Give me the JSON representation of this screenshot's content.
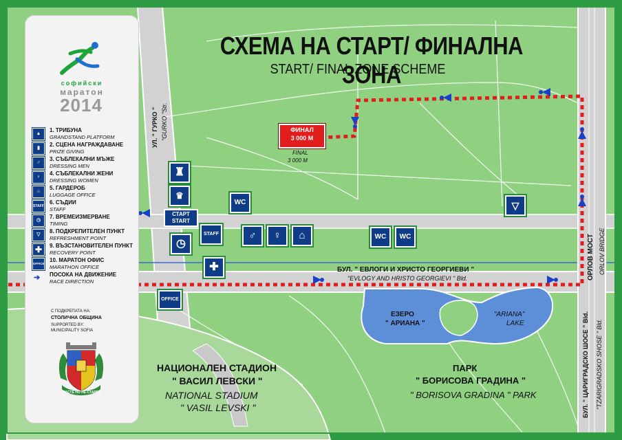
{
  "title": "СХЕМА НА СТАРТ/ ФИНАЛНА ЗОНА",
  "subtitle": "START/ FINAL ZONE SCHEME",
  "logo": {
    "line1": "софийски",
    "line2": "маратон",
    "year": "2014"
  },
  "legend": [
    {
      "bg": "1. ТРИБУНА",
      "en": "GRANDSTAND PLATFORM",
      "icon": "grandstand-icon"
    },
    {
      "bg": "2. СЦЕНА НАГРАЖДАВАНЕ",
      "en": "PRIZE GIVING",
      "icon": "podium-icon"
    },
    {
      "bg": "3. СЪБЛЕКАЛНИ МЪЖЕ",
      "en": "DRESSING MEN",
      "icon": "man-icon"
    },
    {
      "bg": "4. СЪБЛЕКАЛНИ ЖЕНИ",
      "en": "DRESSING WOMEN",
      "icon": "woman-icon"
    },
    {
      "bg": "5. ГАРДЕРОБ",
      "en": "LUGGAGE OFFICE",
      "icon": "hanger-icon"
    },
    {
      "bg": "6. СЪДИИ",
      "en": "STAFF",
      "icon": "staff-icon",
      "text": "STAFF"
    },
    {
      "bg": "7. ВРЕМЕИЗМЕРВАНЕ",
      "en": "TIMING",
      "icon": "clock-icon"
    },
    {
      "bg": "8. ПОДКРЕПИТЕЛЕН ПУНКТ",
      "en": "REFRESHMENT POINT",
      "icon": "cup-icon"
    },
    {
      "bg": "9. ВЪЗСТАНОВИТЕЛЕН ПУНКТ",
      "en": "RECOVERY POINT",
      "icon": "cross-icon"
    },
    {
      "bg": "10. МАРАТОН ОФИС",
      "en": "MARATHON OFFICE",
      "icon": "office-icon",
      "text": "OFFICE"
    },
    {
      "bg": "ПОСОКА НА ДВИЖЕНИЕ",
      "en": "RACE DIRECTION",
      "icon": "direction-arrow-icon"
    }
  ],
  "support": {
    "l1": "С ПОДКРЕПАТА НА:",
    "l2": "СТОЛИЧНА ОБЩИНА",
    "l3": "SUPPORTED BY:",
    "l4": "MUNICIPALITY SOFIA"
  },
  "crest_motto": "РАСТЕ НО НЕ СТАРЕЕ",
  "final_box": {
    "l1": "ФИНАЛ",
    "l2": "3 000 М"
  },
  "final_en": {
    "l1": "FINAL",
    "l2": "3 000 M"
  },
  "start_box": {
    "l1": "СТАРТ",
    "l2": "START"
  },
  "map_icons": {
    "wc": "WC",
    "staff": "STAFF",
    "office": "OFFICE"
  },
  "streets": {
    "gurko_bg": "УЛ. \" ГУРКО \"",
    "gurko_en": "\"GURKO \"Str.",
    "evlogi_bg": "БУЛ. \" ЕВЛОГИ И ХРИСТО ГЕОРГИЕВИ \"",
    "evlogi_en": "\"EVLOGY AND HRISTO GEORGIEVI \" Bld.",
    "orlov_bg": "ОРЛОВ МОСТ",
    "orlov_en": "ORLOV BRIDGE",
    "tsar_bg": "БУЛ. \" ЦАРИГРАДСКО ШОСЕ \" Bld.",
    "tsar_en": "\"TZARIGRADSKO SHOSE \" Bld."
  },
  "lake": {
    "bg1": "ЕЗЕРО",
    "bg2": "\" АРИАНА \"",
    "en1": "\"ARIANA\"",
    "en2": "LAKE"
  },
  "park": {
    "bg1": "ПАРК",
    "bg2": "\" БОРИСОВА ГРАДИНА \"",
    "en": "\" BORISOVA GRADINA \" PARK"
  },
  "stadium": {
    "bg1": "НАЦИОНАЛЕН СТАДИОН",
    "bg2": "\" ВАСИЛ ЛЕВСКИ \"",
    "en1": "NATIONAL STADIUM",
    "en2": "\" VASIL LEVSKI \""
  },
  "colors": {
    "frame": "#2e9b45",
    "park": "#8ccf7e",
    "lake": "#5d8fd9",
    "icon": "#0f3c86",
    "route": "#e21d1d",
    "final_box": "#e21d1d"
  }
}
